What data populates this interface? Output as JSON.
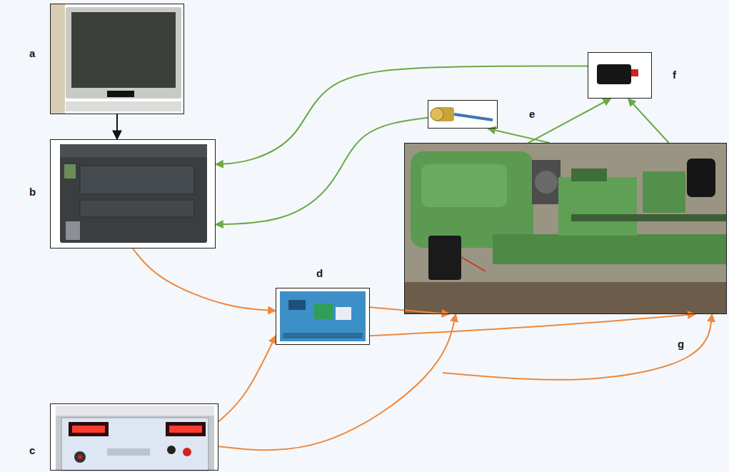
{
  "diagram": {
    "nodes": [
      {
        "text": [
          "a"
        ]
      },
      {
        "text": [
          "b"
        ]
      },
      {
        "text": [
          "c"
        ]
      },
      {
        "text": [
          "d"
        ]
      },
      {
        "text": [
          "e"
        ]
      },
      {
        "text": [
          "f"
        ]
      },
      {
        "text": [
          "g"
        ]
      }
    ],
    "edges": [
      {
        "from": 0,
        "to": 1,
        "arrow": "to"
      },
      {
        "from": 5,
        "to": 1,
        "arrow": "to"
      },
      {
        "from": 4,
        "to": 1,
        "arrow": "to"
      },
      {
        "from": 6,
        "to": 4,
        "arrow": "to"
      },
      {
        "from": 6,
        "to": 5,
        "arrow": "to"
      },
      {
        "from": 6,
        "to": 5,
        "arrow": "to"
      },
      {
        "from": 1,
        "to": 3,
        "arrow": "to"
      },
      {
        "from": 2,
        "to": 3,
        "arrow": "to"
      },
      {
        "from": 3,
        "to": 6,
        "arrow": "to"
      },
      {
        "from": 3,
        "to": 6,
        "arrow": "to"
      },
      {
        "from": 2,
        "to": 6,
        "arrow": "to"
      }
    ]
  }
}
